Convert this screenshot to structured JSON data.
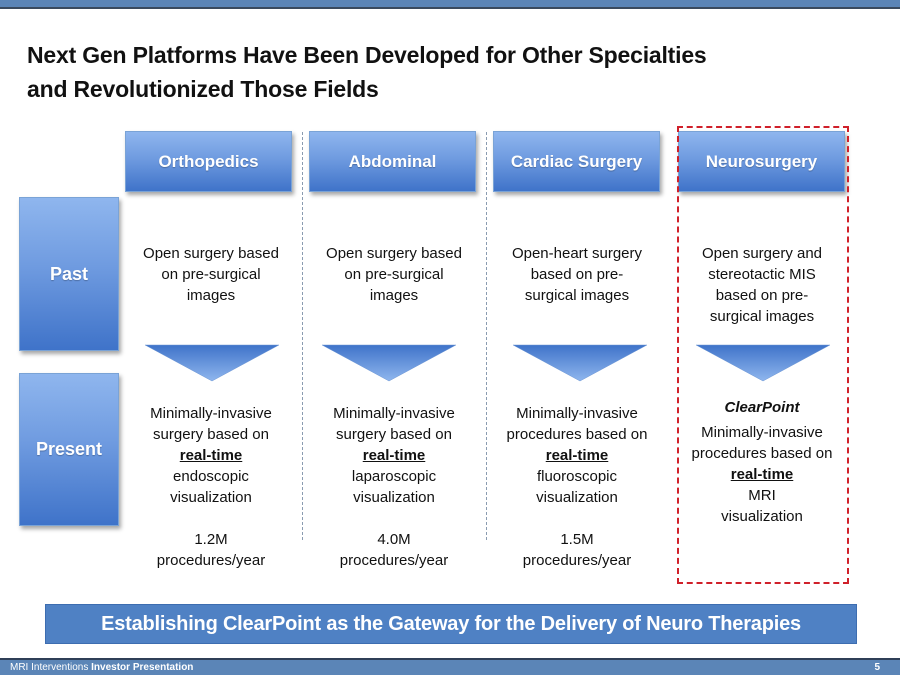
{
  "slide": {
    "title_line1": "Next Gen Platforms Have Been Developed for Other Specialties",
    "title_line2": "and Revolutionized Those Fields"
  },
  "rows": {
    "past": "Past",
    "present": "Present"
  },
  "columns": [
    {
      "header": "Orthopedics",
      "past": [
        "Open surgery based",
        "on pre-surgical",
        "images"
      ],
      "present_pre": [
        "Minimally-invasive",
        "surgery based on"
      ],
      "present_emphasis": "real-time",
      "present_post": [
        "endoscopic",
        "visualization"
      ],
      "volume": "1.2M",
      "volume_unit": "procedures/year"
    },
    {
      "header": "Abdominal",
      "past": [
        "Open surgery based",
        "on pre-surgical",
        "images"
      ],
      "present_pre": [
        "Minimally-invasive",
        "surgery based on"
      ],
      "present_emphasis": "real-time",
      "present_post": [
        "laparoscopic",
        "visualization"
      ],
      "volume": "4.0M",
      "volume_unit": "procedures/year"
    },
    {
      "header": "Cardiac Surgery",
      "past": [
        "Open-heart surgery",
        "based on pre-",
        "surgical images"
      ],
      "present_pre": [
        "Minimally-invasive",
        "procedures based on"
      ],
      "present_emphasis": "real-time",
      "present_post": [
        "fluoroscopic",
        "visualization"
      ],
      "volume": "1.5M",
      "volume_unit": "procedures/year"
    },
    {
      "header": "Neurosurgery",
      "past": [
        "Open surgery and",
        "stereotactic MIS",
        "based on pre-",
        "surgical images"
      ],
      "brand": "ClearPoint",
      "present_pre": [
        "Minimally-invasive",
        "procedures based on"
      ],
      "present_emphasis": "real-time",
      "present_post": [
        "MRI",
        "visualization"
      ]
    }
  ],
  "banner": "Establishing  ClearPoint as the Gateway for the Delivery of Neuro Therapies",
  "footer": {
    "company": "MRI Interventions",
    "label": "Investor Presentation",
    "page_number": "5"
  },
  "colors": {
    "header_blue": "#4f81c4",
    "highlight_red": "#d0202a",
    "bar_blue": "#5b85b7"
  }
}
